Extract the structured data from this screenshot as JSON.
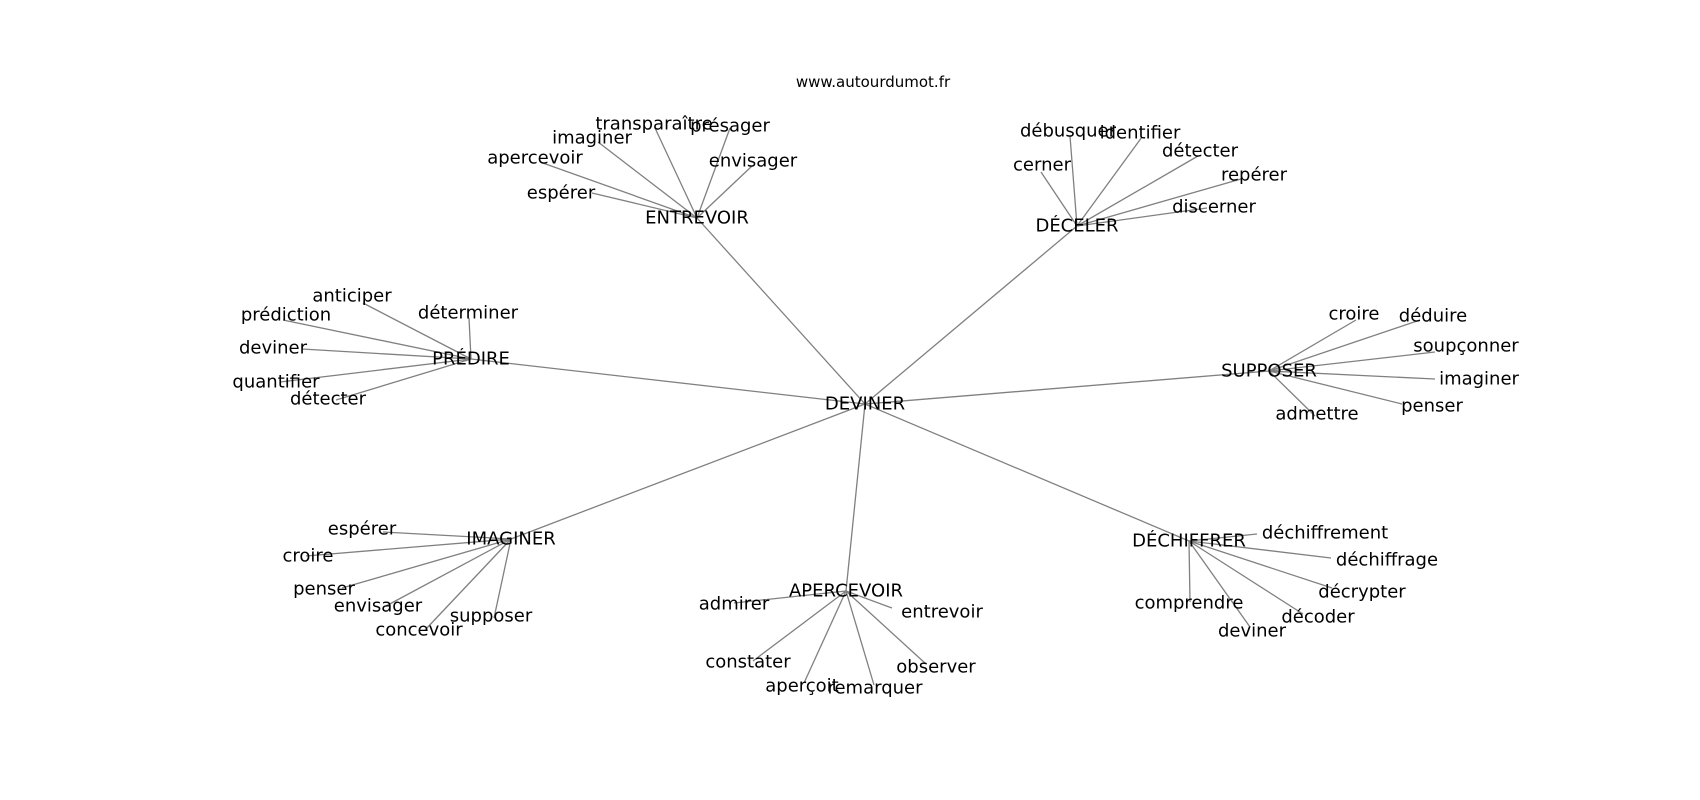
{
  "source_label": "www.autourdumot.fr",
  "center": "DEVINER",
  "clusters": [
    {
      "word": "ENTREVOIR",
      "neighbors": [
        "espérer",
        "apercevoir",
        "imaginer",
        "transparaître",
        "présager",
        "envisager"
      ]
    },
    {
      "word": "DÉCELER",
      "neighbors": [
        "cerner",
        "débusquer",
        "identifier",
        "détecter",
        "repérer",
        "discerner"
      ]
    },
    {
      "word": "PRÉDIRE",
      "neighbors": [
        "anticiper",
        "déterminer",
        "prédiction",
        "deviner",
        "quantifier",
        "détecter"
      ]
    },
    {
      "word": "SUPPOSER",
      "neighbors": [
        "croire",
        "déduire",
        "soupçonner",
        "imaginer",
        "penser",
        "admettre"
      ]
    },
    {
      "word": "IMAGINER",
      "neighbors": [
        "espérer",
        "croire",
        "penser",
        "envisager",
        "concevoir",
        "supposer"
      ]
    },
    {
      "word": "APERCEVOIR",
      "neighbors": [
        "admirer",
        "entrevoir",
        "constater",
        "aperçoit",
        "remarquer",
        "observer"
      ]
    },
    {
      "word": "DÉCHIFFRER",
      "neighbors": [
        "déchiffrement",
        "déchiffrage",
        "décrypter",
        "décoder",
        "comprendre",
        "deviner"
      ]
    }
  ]
}
